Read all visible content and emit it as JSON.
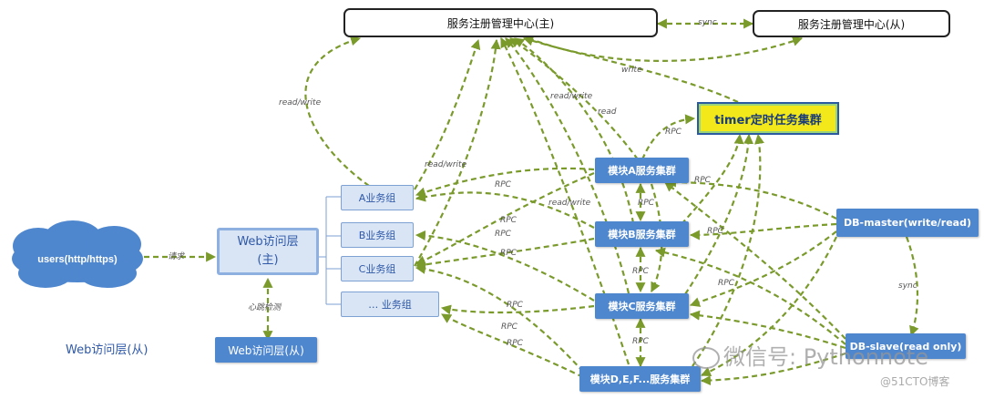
{
  "registry": {
    "master": "服务注册管理中心(主)",
    "slave": "服务注册管理中心(从)"
  },
  "timer": "timer定时任务集群",
  "clusters": {
    "a": "模块A服务集群",
    "b": "模块B服务集群",
    "c": "模块C服务集群",
    "def": "模块D,E,F...服务集群"
  },
  "groups": {
    "a": "A业务组",
    "b": "B业务组",
    "c": "C业务组",
    "more": "… 业务组"
  },
  "web": {
    "main_line1": "Web访问层",
    "main_line2": "(主)",
    "slave_box": "Web访问层(从)",
    "slave_caption": "Web访问层(从)"
  },
  "users": "users(http/https)",
  "db": {
    "master": "DB-master(write/read)",
    "slave": "DB-slave(read only)"
  },
  "edge_labels": {
    "sync": "sync",
    "readwrite": "read/write",
    "write": "write",
    "read": "read",
    "rpc": "RPC",
    "request": "请求",
    "heartbeat": "心跳检测"
  },
  "watermark": {
    "wechat": "微信号: Pythonnote",
    "site": "@51CTO博客"
  },
  "colors": {
    "arrow": "#7a9a2c",
    "node_blue": "#4f87cf",
    "group_fill": "#d9e5f5",
    "timer_fill": "#f2e81a",
    "text_blue": "#2f59a8"
  }
}
